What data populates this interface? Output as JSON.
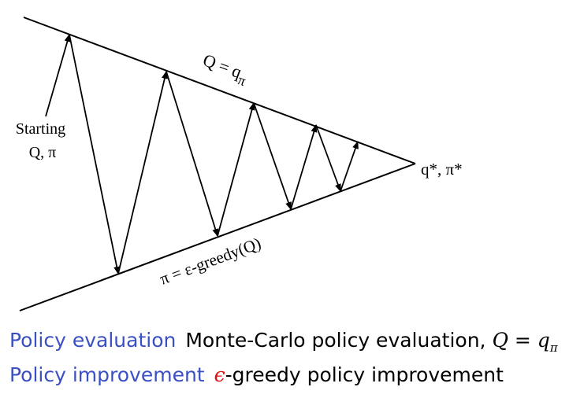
{
  "diagram": {
    "top_line_label": "Q = q",
    "top_line_label_sub": "π",
    "bottom_line_label": "π = ε-greedy(Q)",
    "start_label_line1": "Starting",
    "start_label_line2": "Q, π",
    "convergence_label": "q*, π*"
  },
  "legend": {
    "row1_key": "Policy evaluation",
    "row1_text": "Monte-Carlo policy evaluation,",
    "row1_math": "Q = q",
    "row1_math_sub": "π",
    "row2_key": "Policy improvement",
    "row2_eps": "ϵ",
    "row2_text": "-greedy policy improvement"
  }
}
